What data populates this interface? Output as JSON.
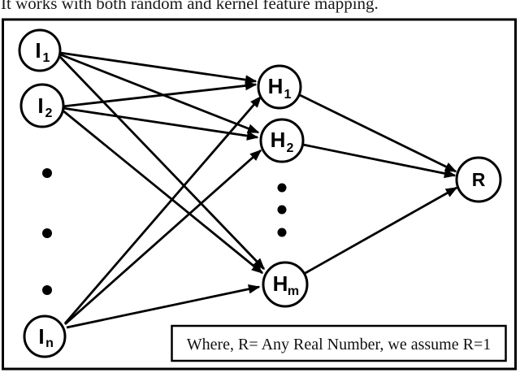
{
  "caption": "It works with both random and kernel feature mapping.",
  "diagram": {
    "type": "neural-network",
    "note": "Where, R= Any Real Number, we assume R=1",
    "nodes": {
      "i1": {
        "main": "I",
        "sub": "1"
      },
      "i2": {
        "main": "I",
        "sub": "2"
      },
      "in": {
        "main": "I",
        "sub": "n"
      },
      "h1": {
        "main": "H",
        "sub": "1"
      },
      "h2": {
        "main": "H",
        "sub": "2"
      },
      "hm": {
        "main": "H",
        "sub": "m"
      },
      "r": {
        "main": "R"
      }
    },
    "layers": {
      "input_labels": [
        "I1",
        "I2",
        "In"
      ],
      "hidden_labels": [
        "H1",
        "H2",
        "Hm"
      ],
      "output_label": "R"
    },
    "edges": [
      "I1-H1",
      "I1-H2",
      "I1-Hm",
      "I2-H1",
      "I2-H2",
      "I2-Hm",
      "In-H1",
      "In-H2",
      "In-Hm",
      "H1-R",
      "H2-R",
      "Hm-R"
    ],
    "colors": {
      "line": "#000000",
      "node_fill": "#ffffff",
      "background": "#ffffff",
      "text": "#111111"
    }
  }
}
